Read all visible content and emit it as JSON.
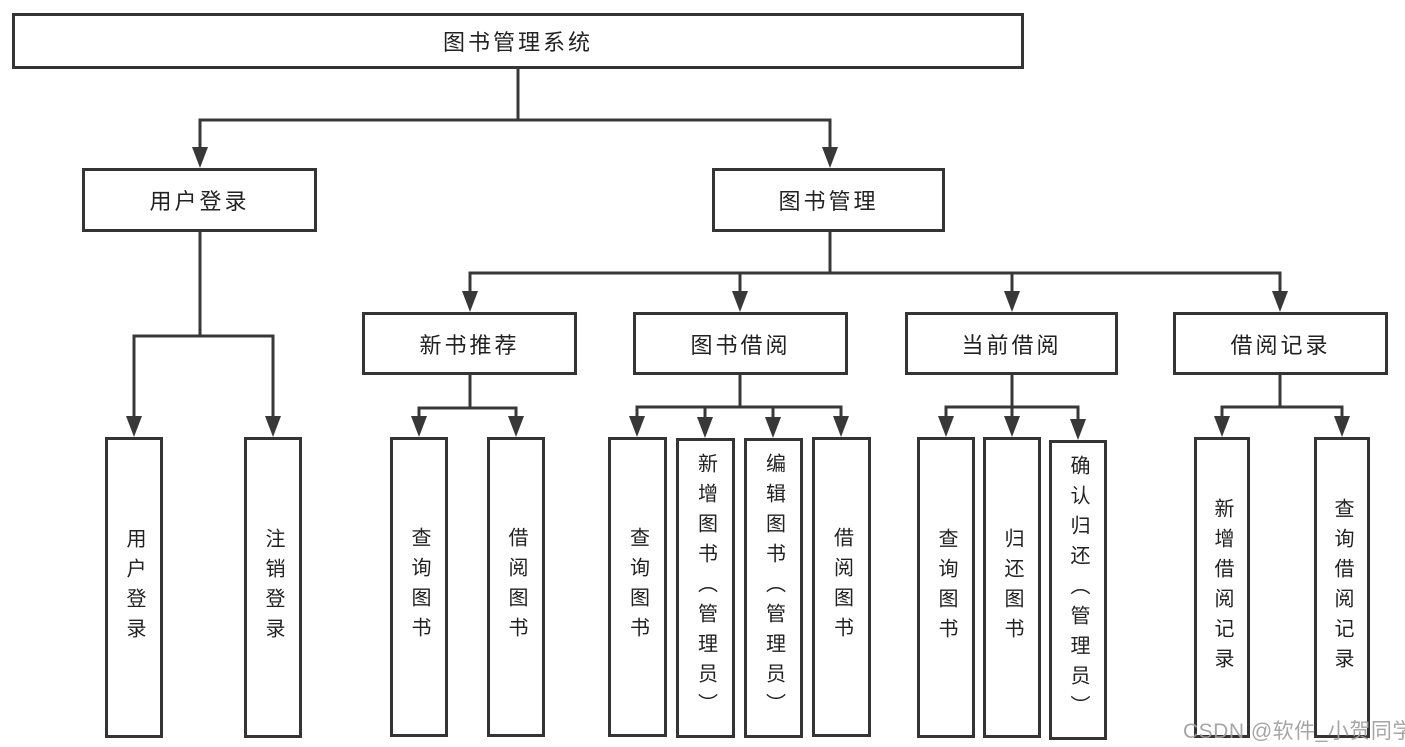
{
  "watermark": {
    "text": "CSDN @软件_小贺同学"
  },
  "colors": {
    "line": "#383838",
    "box_border": "#343434",
    "text": "#222222",
    "watermark_gray": "#9e9e9e",
    "background": "#ffffff"
  },
  "nodes": {
    "root": "图书管理系统",
    "user_login": "用户登录",
    "book_mgmt": "图书管理",
    "new_book_rec": "新书推荐",
    "book_borrow": "图书借阅",
    "current_borrow": "当前借阅",
    "borrow_records": "借阅记录",
    "leaves": {
      "user_login": [
        "用户登录",
        "注销登录"
      ],
      "new_book_rec": [
        "查询图书",
        "借阅图书"
      ],
      "book_borrow": [
        "查询图书",
        "新增图书（管理员）",
        "编辑图书（管理员）",
        "借阅图书"
      ],
      "current_borrow": [
        "查询图书",
        "归还图书",
        "确认归还（管理员）"
      ],
      "borrow_records": [
        "新增借阅记录",
        "查询借阅记录"
      ]
    }
  }
}
